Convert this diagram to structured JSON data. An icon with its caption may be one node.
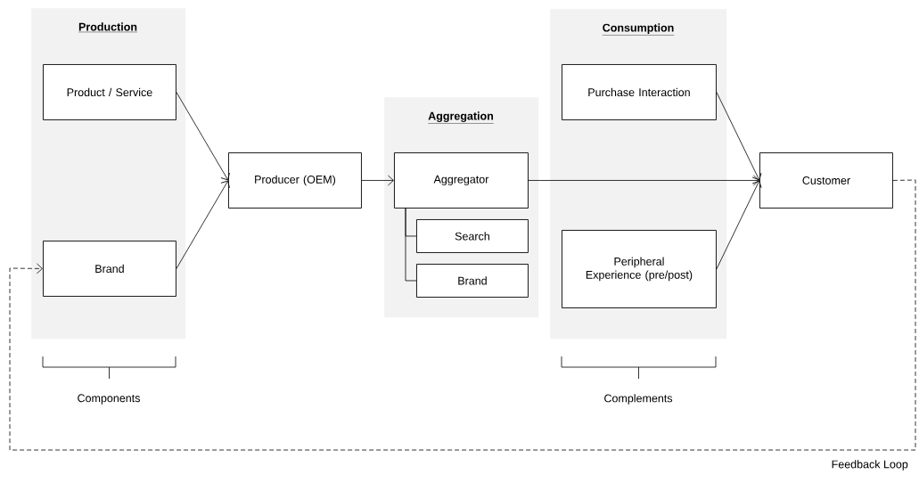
{
  "diagram": {
    "nodes": [
      {
        "text": [
          "Production"
        ]
      },
      {
        "text": [
          "Product / Service"
        ],
        "in": 0
      },
      {
        "text": [
          "Brand"
        ],
        "in": 0
      },
      {
        "text": [
          "Producer (OEM)"
        ]
      },
      {
        "text": [
          "Aggregation"
        ]
      },
      {
        "text": [
          "Aggregator"
        ],
        "in": 4
      },
      {
        "text": [
          "Search"
        ],
        "in": 4
      },
      {
        "text": [
          "Brand"
        ],
        "in": 4
      },
      {
        "text": [
          "Consumption"
        ]
      },
      {
        "text": [
          "Purchase Interaction"
        ],
        "in": 8
      },
      {
        "text": [
          "Peripheral Experience (pre/post)"
        ],
        "in": 8
      },
      {
        "text": [
          "Customer"
        ]
      }
    ],
    "edges": [
      {
        "from": 1,
        "to": 3,
        "arrow": "to"
      },
      {
        "from": 2,
        "to": 3,
        "arrow": "to"
      },
      {
        "from": 3,
        "to": 5,
        "arrow": "to"
      },
      {
        "from": 5,
        "to": 6,
        "arrow": "none"
      },
      {
        "from": 5,
        "to": 7,
        "arrow": "none"
      },
      {
        "from": 5,
        "to": 11,
        "arrow": "to"
      },
      {
        "from": 9,
        "to": 11,
        "arrow": "to"
      },
      {
        "from": 10,
        "to": 11,
        "arrow": "to"
      },
      {
        "from": 11,
        "to": 2,
        "arrow": "to",
        "style": "dashed",
        "label": "Feedback Loop"
      }
    ],
    "labels": [
      "Components",
      "Complements"
    ]
  }
}
